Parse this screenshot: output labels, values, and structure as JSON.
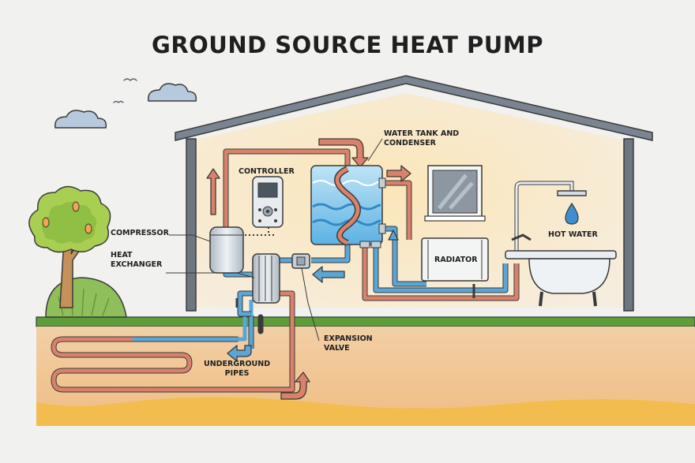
{
  "title": "GROUND SOURCE HEAT PUMP",
  "labels": {
    "water_tank": [
      "WATER TANK AND",
      "CONDENSER"
    ],
    "controller": "CONTROLLER",
    "compressor": "COMPRESSOR",
    "heat_exchanger": [
      "HEAT",
      "EXCHANGER"
    ],
    "radiator": "RADIATOR",
    "hot_water": "HOT WATER",
    "expansion_valve": [
      "EXPANSION",
      "VALVE"
    ],
    "underground_pipes": [
      "UNDERGROUND",
      "PIPES"
    ]
  },
  "colors": {
    "hot_pipe": "#d9826b",
    "cold_pipe": "#5aa6d6",
    "outline": "#3a3a3a",
    "grass": "#5e9e3a",
    "soil": "#f0c79a",
    "wall": "#6d7681"
  }
}
